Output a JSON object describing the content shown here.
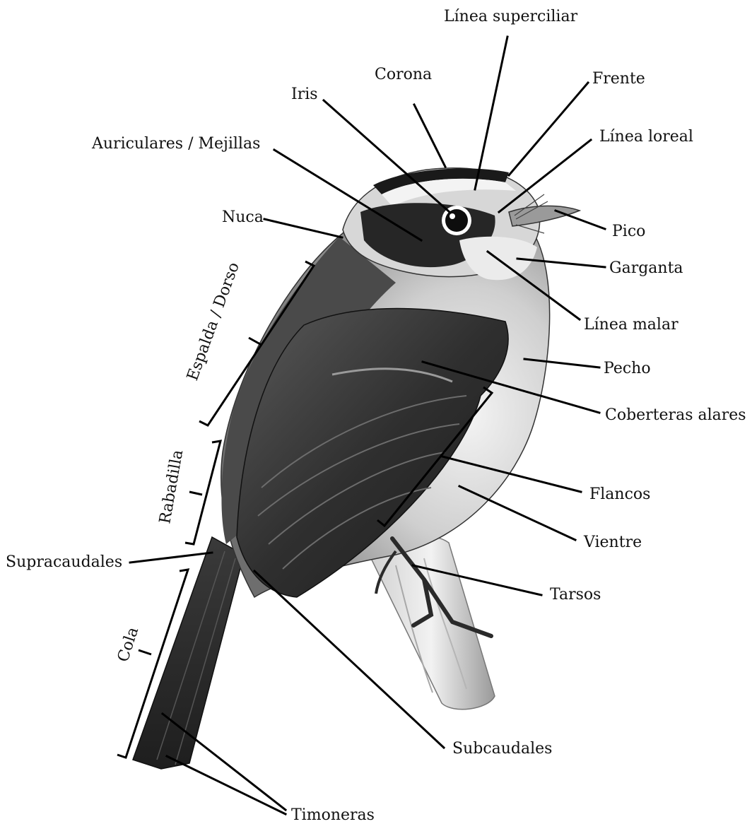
{
  "title": "",
  "labels": {
    "linea_superciliar": "Línea superciliar",
    "corona": "Corona",
    "frente": "Frente",
    "iris": "Iris",
    "linea_loreal": "Línea loreal",
    "auriculares": "Auriculares / Mejillas",
    "nuca": "Nuca",
    "pico": "Pico",
    "garganta": "Garganta",
    "linea_malar": "Línea malar",
    "pecho": "Pecho",
    "espalda": "Espalda / Dorso",
    "coberteras": "Coberteras alares",
    "rabadilla": "Rabadilla",
    "flancos": "Flancos",
    "vientre": "Vientre",
    "supracaudales": "Supracaudales",
    "tarsos": "Tarsos",
    "cola": "Cola",
    "subcaudales": "Subcaudales",
    "timoneras": "Timoneras"
  }
}
